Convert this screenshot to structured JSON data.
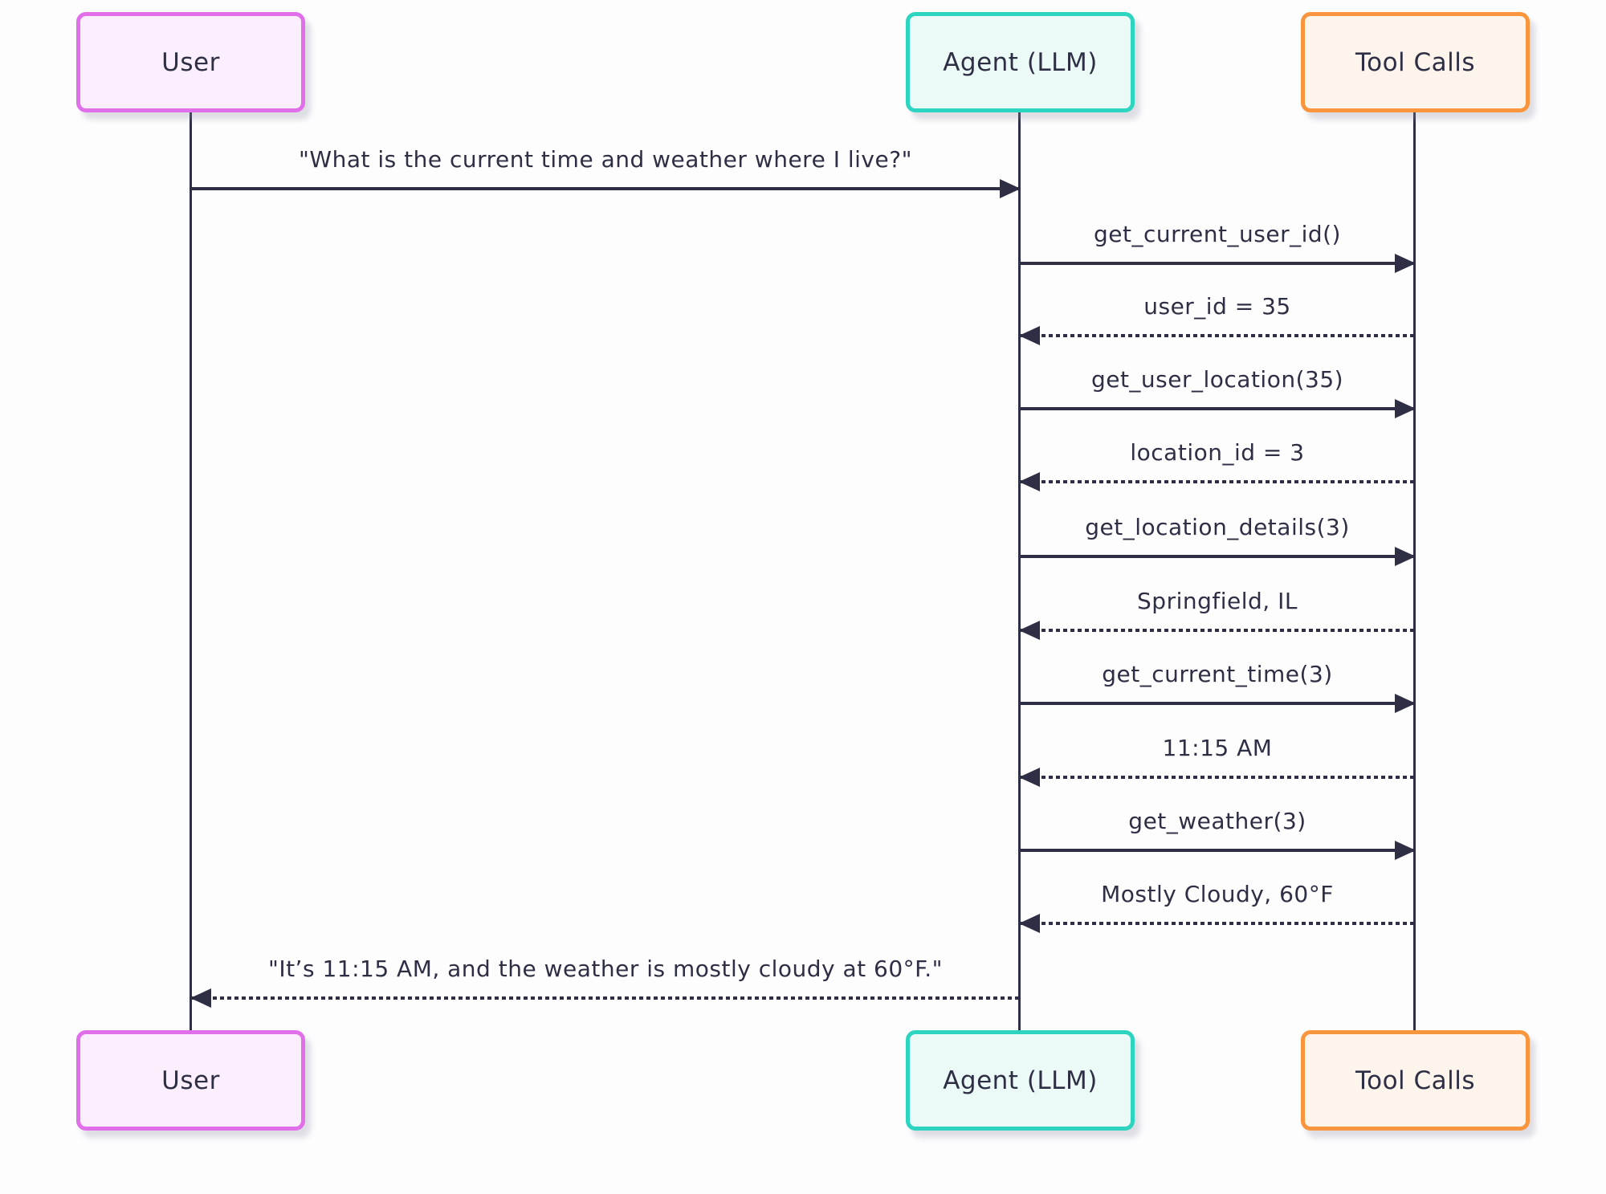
{
  "diagram": {
    "type": "sequence-diagram",
    "actors": [
      {
        "id": "user",
        "label": "User"
      },
      {
        "id": "agent",
        "label": "Agent (LLM)"
      },
      {
        "id": "tool",
        "label": "Tool Calls"
      }
    ],
    "messages": [
      {
        "from": "user",
        "to": "agent",
        "style": "solid",
        "text": "\"What is the current time and weather where I live?\""
      },
      {
        "from": "agent",
        "to": "tool",
        "style": "solid",
        "text": "get_current_user_id()"
      },
      {
        "from": "tool",
        "to": "agent",
        "style": "dotted",
        "text": "user_id = 35"
      },
      {
        "from": "agent",
        "to": "tool",
        "style": "solid",
        "text": "get_user_location(35)"
      },
      {
        "from": "tool",
        "to": "agent",
        "style": "dotted",
        "text": "location_id = 3"
      },
      {
        "from": "agent",
        "to": "tool",
        "style": "solid",
        "text": "get_location_details(3)"
      },
      {
        "from": "tool",
        "to": "agent",
        "style": "dotted",
        "text": "Springfield, IL"
      },
      {
        "from": "agent",
        "to": "tool",
        "style": "solid",
        "text": "get_current_time(3)"
      },
      {
        "from": "tool",
        "to": "agent",
        "style": "dotted",
        "text": "11:15 AM"
      },
      {
        "from": "agent",
        "to": "tool",
        "style": "solid",
        "text": "get_weather(3)"
      },
      {
        "from": "tool",
        "to": "agent",
        "style": "dotted",
        "text": "Mostly Cloudy, 60°F"
      },
      {
        "from": "agent",
        "to": "user",
        "style": "dotted",
        "text": "\"It’s 11:15 AM, and the weather is mostly cloudy at 60°F.\""
      }
    ],
    "colors": {
      "line_and_text": "#2e2e44",
      "user_border": "#e16fe9",
      "user_fill": "#fbeffd",
      "agent_border": "#2dd4bf",
      "agent_fill": "#ecfaf7",
      "tool_border": "#f9953c",
      "tool_fill": "#fdf4eb",
      "background": "#fdfdfe"
    }
  }
}
